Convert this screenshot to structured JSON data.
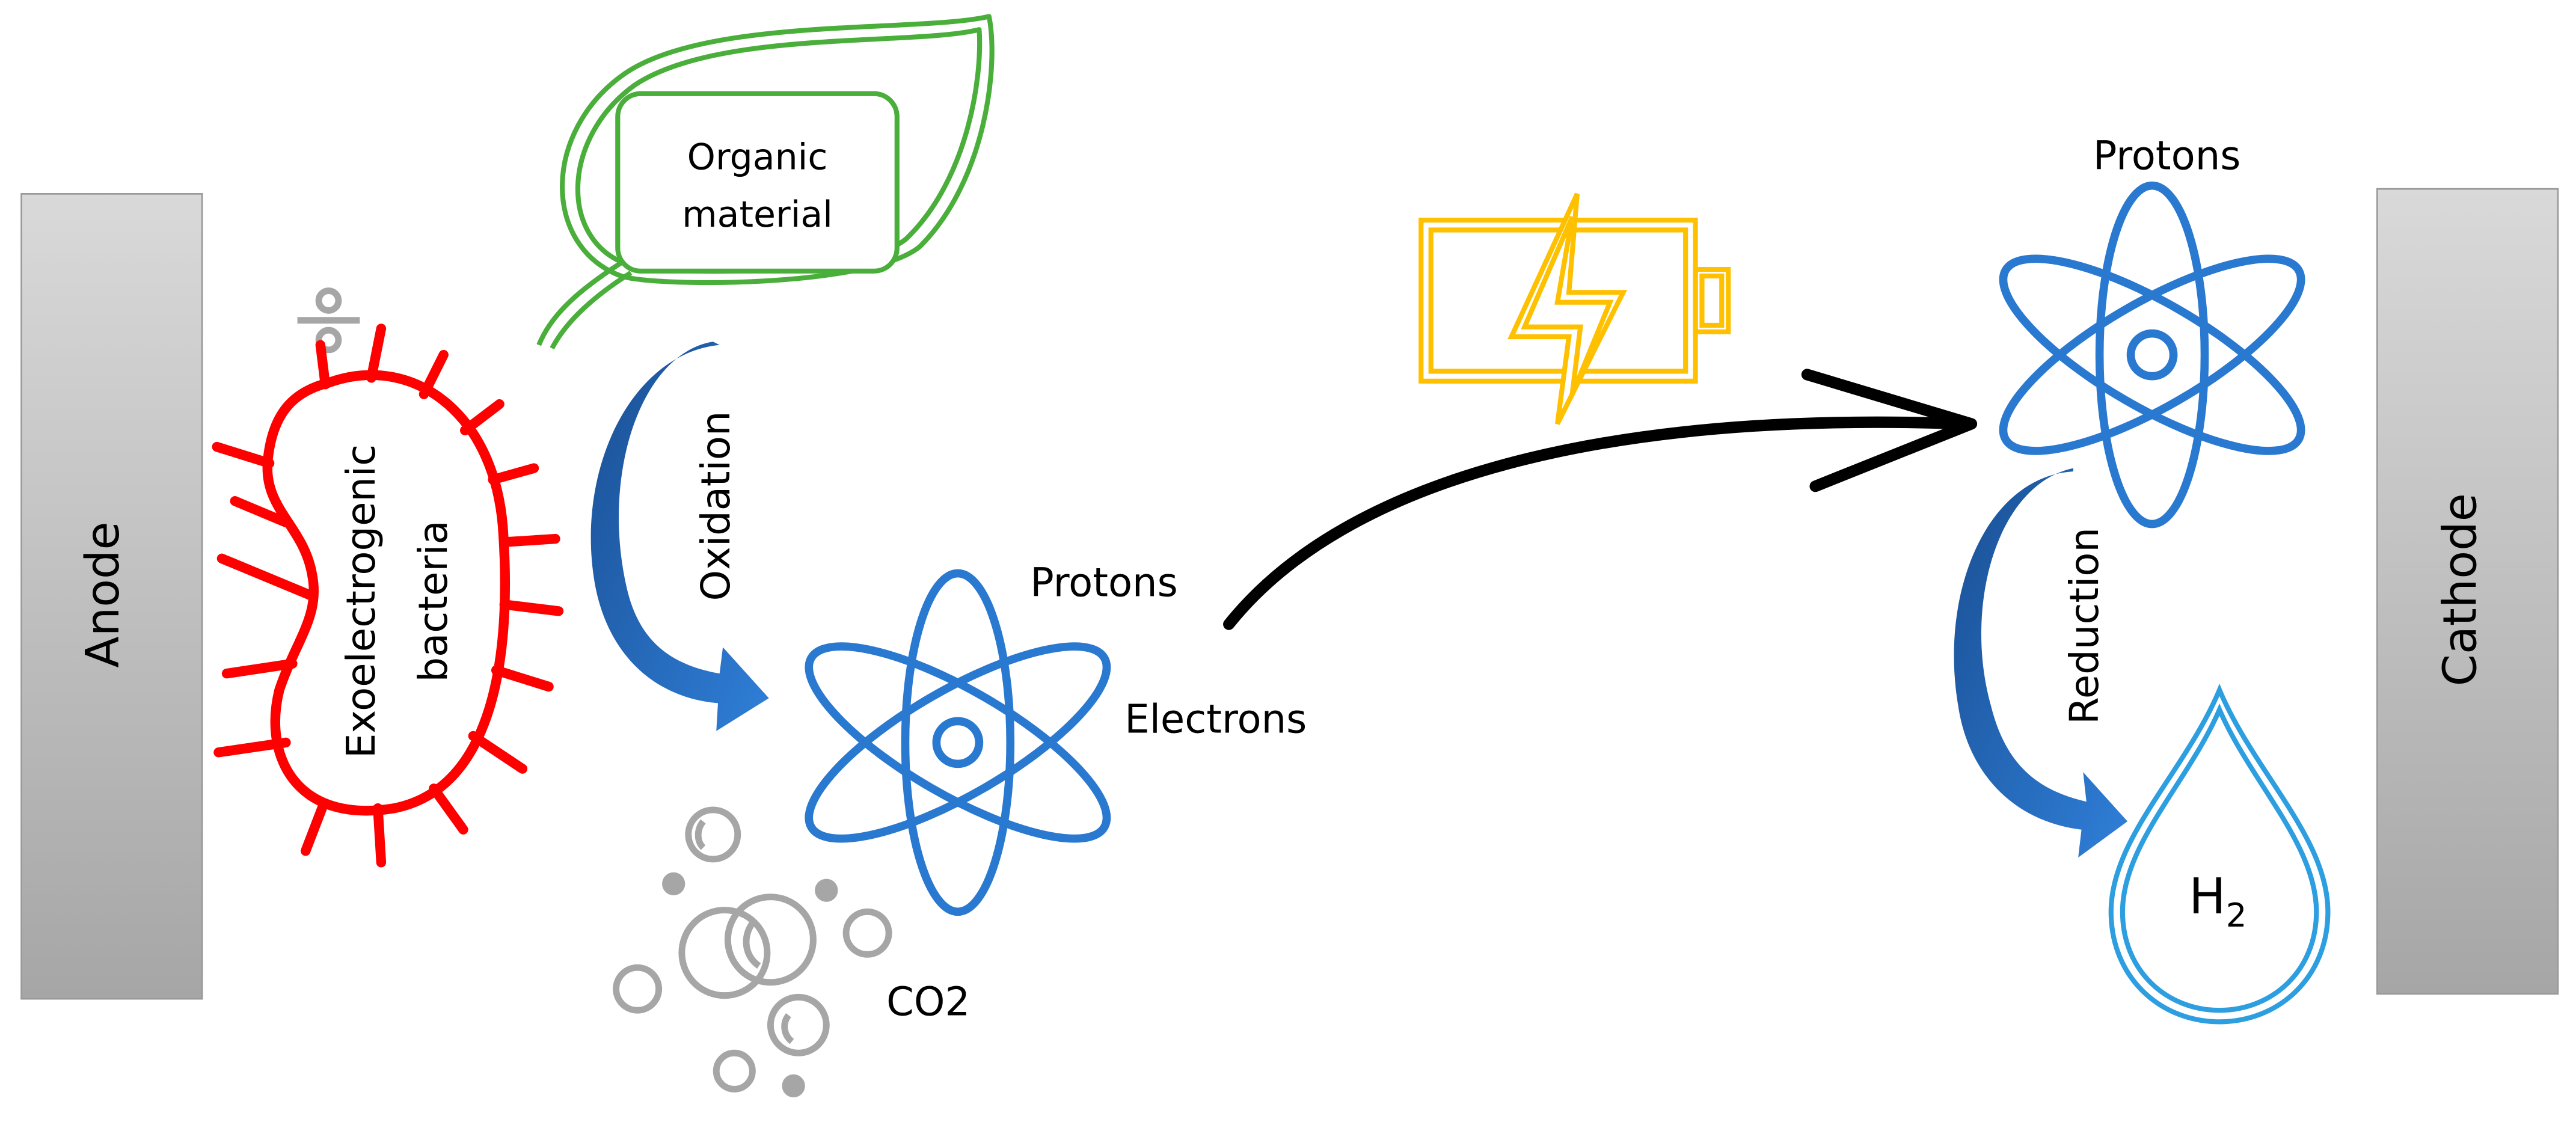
{
  "electrodes": {
    "anode_label": "Anode",
    "cathode_label": "Cathode"
  },
  "bacteria": {
    "label_line1": "Exoelectrogenic",
    "label_line2": "bacteria"
  },
  "leaf": {
    "label_line1": "Organic",
    "label_line2": "material"
  },
  "steps": {
    "oxidation": "Oxidation",
    "reduction": "Reduction"
  },
  "middle_atom": {
    "protons_label": "Protons",
    "electrons_label": "Electrons"
  },
  "co2": {
    "label": "CO2"
  },
  "right_atom": {
    "protons_label": "Protons"
  },
  "hydrogen": {
    "symbol": "H",
    "subscript": "2"
  },
  "icons": [
    "bacteria-icon",
    "leaf-icon",
    "battery-icon",
    "atom-icon",
    "bubbles-icon",
    "droplet-icon",
    "division-icon",
    "curved-arrow-icon"
  ],
  "colors": {
    "electrode_fill_top": "#d9d9d9",
    "electrode_fill_bottom": "#a6a6a6",
    "bacteria": "#ff0000",
    "leaf": "#4aae3a",
    "battery": "#ffc000",
    "atom": "#2a79d1",
    "bubbles": "#a6a6a6",
    "droplet": "#2d9ee0",
    "process_arrow": "#1f5fae",
    "flow_arrow": "#000000"
  }
}
